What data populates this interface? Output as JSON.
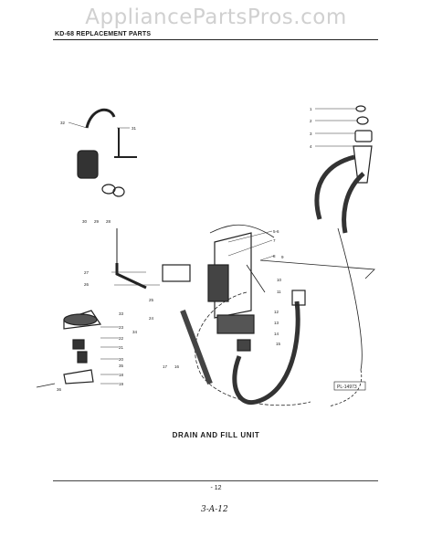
{
  "watermark": "AppliancePartsPros.com",
  "header": {
    "title": "KD-68 REPLACEMENT PARTS"
  },
  "diagram": {
    "caption": "DRAIN AND FILL UNIT",
    "figure_id": "PL-14973",
    "part_labels": [
      "1",
      "2",
      "3",
      "4",
      "5-6",
      "7",
      "8",
      "9",
      "10",
      "11",
      "12",
      "13",
      "14",
      "15",
      "16",
      "17",
      "18",
      "19",
      "20",
      "21",
      "22",
      "23",
      "24",
      "25",
      "26",
      "27",
      "28",
      "29",
      "30",
      "31",
      "32",
      "33",
      "34",
      "35",
      "36"
    ]
  },
  "footer": {
    "page_number": "- 12",
    "handwritten_note": "3-A-12"
  }
}
